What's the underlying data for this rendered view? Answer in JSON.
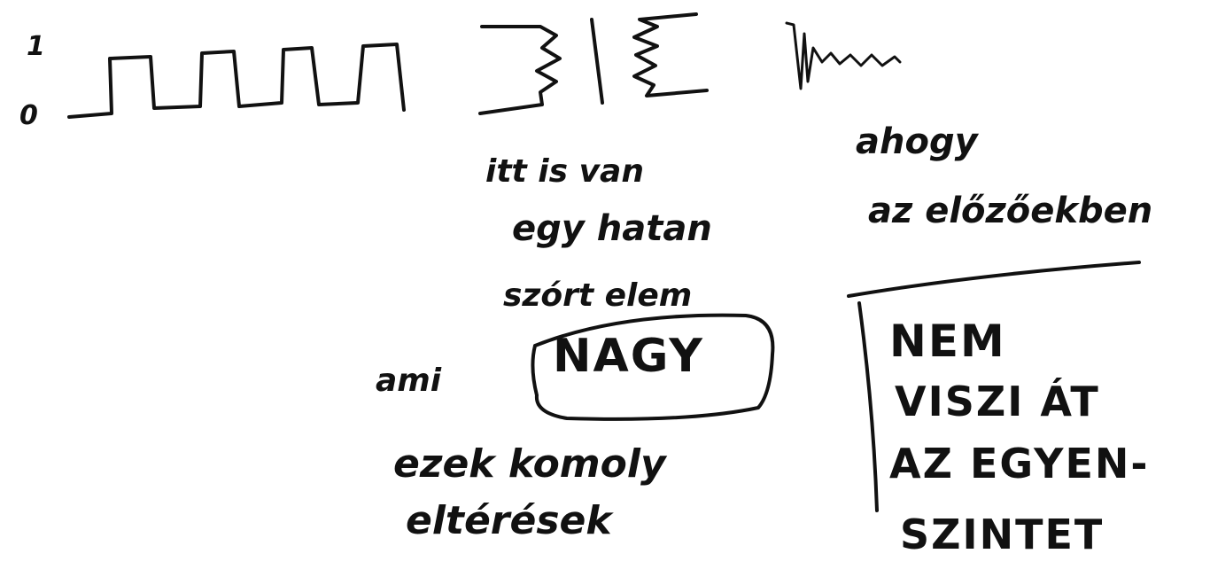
{
  "axis_labels": {
    "high": "1",
    "low": "0"
  },
  "notes": {
    "right_top": [
      "ahogy",
      "az előzőekben"
    ],
    "middle": [
      "itt is van",
      "egy hatan",
      "szórt elem"
    ],
    "ami": "ami",
    "nagy": "NAGY",
    "bottom": [
      "ezek komoly",
      "eltérések"
    ],
    "nem": [
      "NEM",
      "VISZI ÁT",
      "AZ EGYEN-",
      "SZINTET"
    ]
  },
  "colors": {
    "ink": "#111111",
    "background": "#ffffff"
  }
}
